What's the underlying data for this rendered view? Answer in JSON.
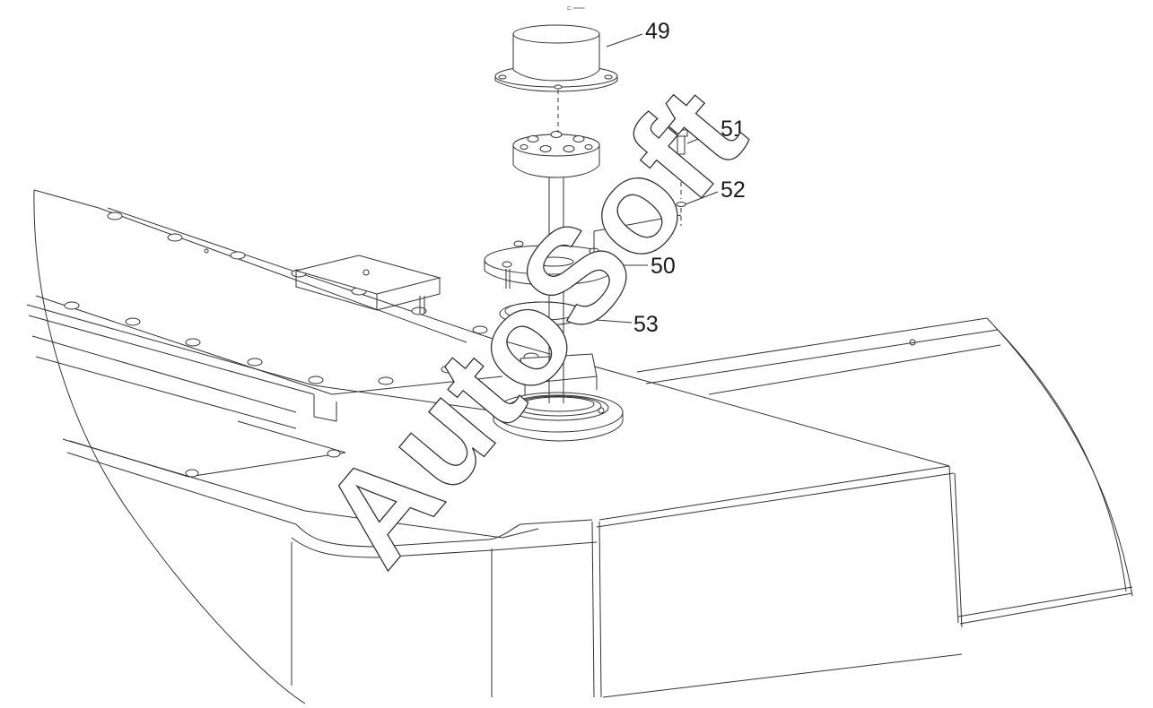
{
  "diagram": {
    "callouts": [
      {
        "id": "c49",
        "label": "49"
      },
      {
        "id": "c51",
        "label": "51"
      },
      {
        "id": "c52",
        "label": "52"
      },
      {
        "id": "c50",
        "label": "50"
      },
      {
        "id": "c53",
        "label": "53"
      }
    ],
    "top_mark": "⊏ ═══",
    "watermark": "AutoSoft",
    "colors": {
      "line": "#333333",
      "background": "#ffffff"
    }
  }
}
